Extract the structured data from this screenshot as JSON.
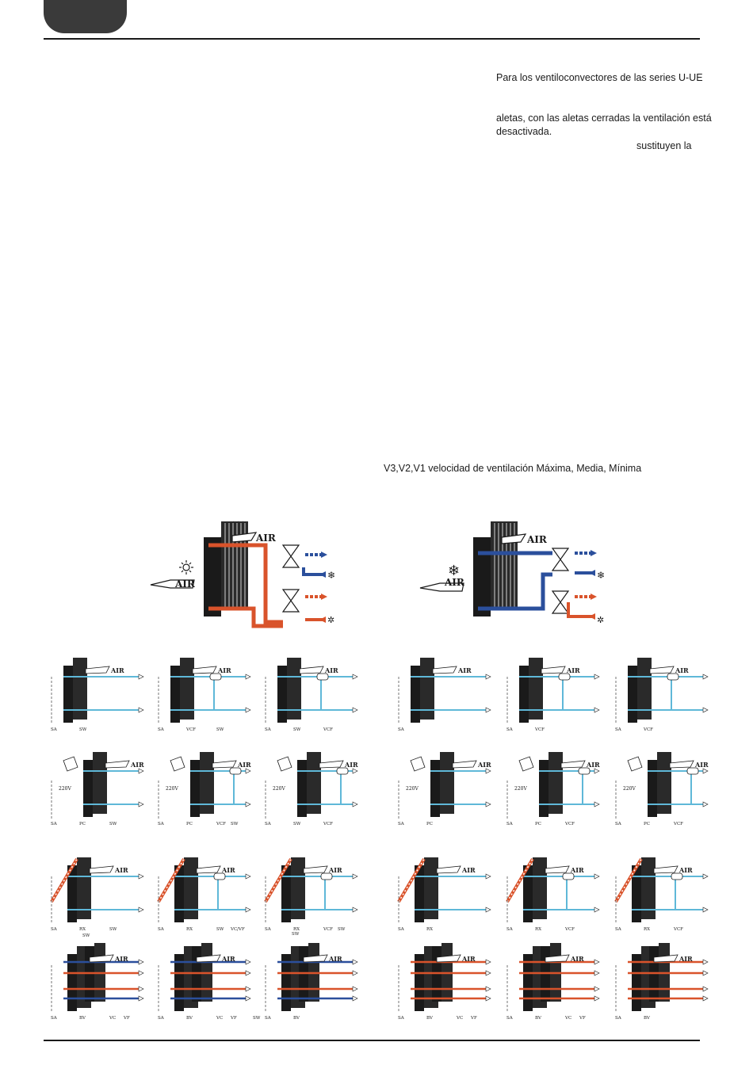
{
  "body_text": {
    "line1": "Para los ventiloconvectores de las series U-UE",
    "line2": "aletas, con las aletas cerradas la ventilación está",
    "line3": "desactivada.",
    "line4": "sustituyen la"
  },
  "legend": "V3,V2,V1 velocidad de ventilación Máxima, Media, Mínima",
  "main_diagrams": {
    "air_label": "AIR"
  },
  "small_diagram_labels": {
    "air": "AIR",
    "volt": "220V",
    "row1_left": [
      [
        "SA",
        "SW"
      ],
      [
        "SA",
        "VCF",
        "SW"
      ],
      [
        "SA",
        "SW",
        "VCF"
      ]
    ],
    "row1_right": [
      [
        "SA"
      ],
      [
        "SA",
        "VCF"
      ],
      [
        "SA",
        "VCF"
      ]
    ],
    "row2_left": [
      [
        "SA",
        "PC",
        "SW"
      ],
      [
        "SA",
        "PC",
        "VCF",
        "SW"
      ],
      [
        "SA",
        "SW",
        "VCF"
      ]
    ],
    "row2_right": [
      [
        "SA",
        "PC"
      ],
      [
        "SA",
        "PC",
        "VCF"
      ],
      [
        "SA",
        "PC",
        "VCF"
      ]
    ],
    "row3_left": [
      [
        "SA",
        "RX",
        "SW"
      ],
      [
        "SA",
        "RX",
        "SW",
        "VC/VF"
      ],
      [
        "SA",
        "RX",
        "VCF",
        "SW"
      ]
    ],
    "row3_right": [
      [
        "SA",
        "RX"
      ],
      [
        "SA",
        "RX",
        "VCF"
      ],
      [
        "SA",
        "RX",
        "VCF"
      ]
    ],
    "row4_left": [
      [
        "SA",
        "BV",
        "VC",
        "VF"
      ],
      [
        "SA",
        "BV",
        "VC",
        "VF",
        "SW"
      ],
      [
        "SA",
        "BV"
      ]
    ],
    "row4_right": [
      [
        "SA",
        "BV",
        "VC",
        "VF"
      ],
      [
        "SA",
        "BV",
        "VC",
        "VF"
      ],
      [
        "SA",
        "BV"
      ]
    ],
    "sw_top": "SW"
  },
  "colors": {
    "hot": "#d9532b",
    "cold": "#2b4f9c",
    "light_blue": "#5fb8d8",
    "dark": "#1a1a1a"
  }
}
